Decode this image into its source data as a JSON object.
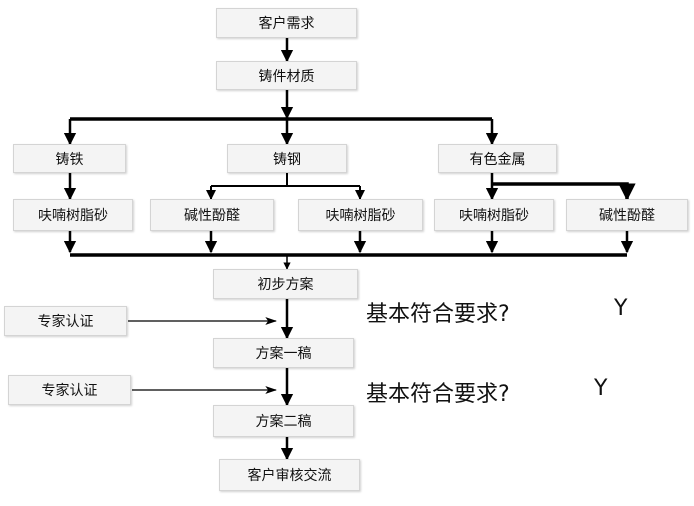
{
  "nodes": {
    "customer_demand": "客户需求",
    "casting_material": "铸件材质",
    "cast_iron": "铸铁",
    "cast_steel": "铸钢",
    "nonferrous_metal": "有色金属",
    "furan_resin_sand_1": "呋喃树脂砂",
    "alkaline_phenolic_1": "碱性酚醛",
    "furan_resin_sand_2": "呋喃树脂砂",
    "furan_resin_sand_3": "呋喃树脂砂",
    "alkaline_phenolic_2": "碱性酚醛",
    "preliminary_plan": "初步方案",
    "expert_cert_1": "专家认证",
    "plan_draft_1": "方案一稿",
    "expert_cert_2": "专家认证",
    "plan_draft_2": "方案二稿",
    "customer_review": "客户审核交流"
  },
  "notes": {
    "check_1": "基本符合要求?",
    "answer_1": "Y",
    "check_2": "基本符合要求?",
    "answer_2": "Y"
  }
}
